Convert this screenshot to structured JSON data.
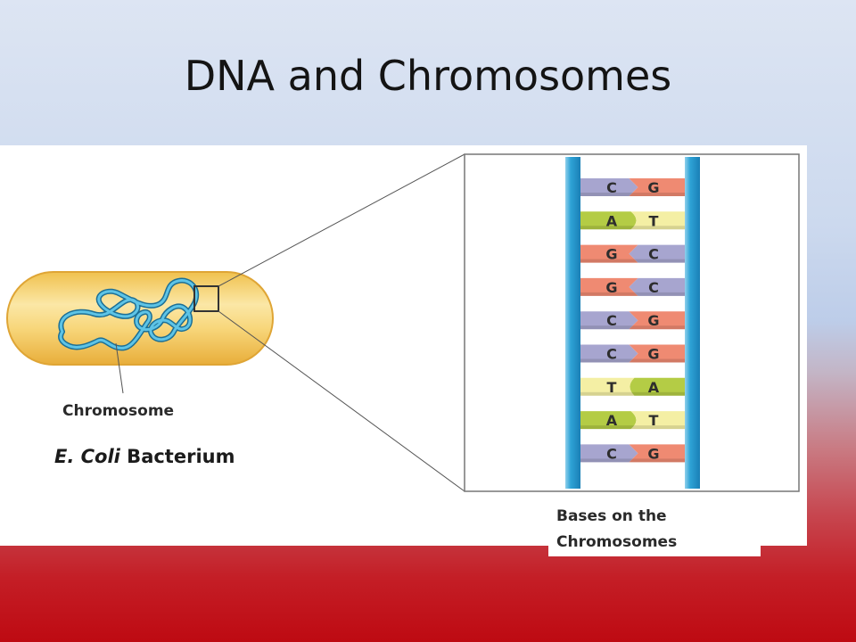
{
  "slide": {
    "title": "DNA and Chromosomes"
  },
  "labels": {
    "chromosome": "Chromosome",
    "bacterium_italic": "E. Coli",
    "bacterium_rest": " Bacterium",
    "bases_line1": "Bases on the",
    "bases_line2": "Chromosomes"
  },
  "base_pairs": [
    {
      "left": "C",
      "right": "G"
    },
    {
      "left": "A",
      "right": "T"
    },
    {
      "left": "G",
      "right": "C"
    },
    {
      "left": "G",
      "right": "C"
    },
    {
      "left": "C",
      "right": "G"
    },
    {
      "left": "C",
      "right": "G"
    },
    {
      "left": "T",
      "right": "A"
    },
    {
      "left": "A",
      "right": "T"
    },
    {
      "left": "C",
      "right": "G"
    }
  ],
  "base_colors": {
    "C": "#a7a5cf",
    "G": "#ef8a72",
    "A": "#b4cc45",
    "T": "#f4efa4"
  },
  "colors": {
    "backbone": "#2b9fd0",
    "chromosome_strand": "#3aa3c9",
    "cell_fill": "#f6cc62",
    "cell_edge": "#e3aa35"
  }
}
